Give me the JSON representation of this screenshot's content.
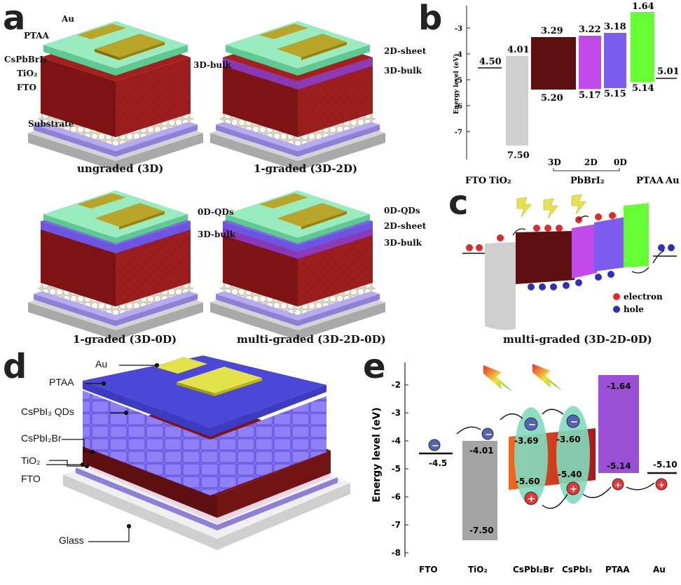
{
  "panel_letters": {
    "a": "a",
    "b": "b",
    "c": "c",
    "d": "d",
    "e": "e"
  },
  "panel_a": {
    "devices": [
      {
        "title": "ungraded (3D)",
        "labels": [
          "Au",
          "PTAA",
          "CsPbBrI₂",
          "TiO₂",
          "FTO",
          "Substrate"
        ]
      },
      {
        "title": "1-graded (3D-2D)",
        "labels": [
          "2D-sheet",
          "3D-bulk"
        ]
      },
      {
        "title": "1-graded (3D-0D)",
        "labels": [
          "0D-QDs",
          "3D-bulk"
        ]
      },
      {
        "title": "multi-graded (3D-2D-0D)",
        "labels": [
          "0D-QDs",
          "2D-sheet",
          "3D-bulk"
        ]
      }
    ],
    "first_bulk_label": "3D-bulk"
  },
  "panel_b": {
    "ylabel": "Energy level (eV)",
    "yticks": [
      "-3",
      "-4",
      "-5",
      "-6",
      "-7"
    ],
    "bottom_labels": {
      "fto": "FTO",
      "tio2": "TiO₂",
      "pbbri2": "PbBrI₂",
      "ptaa": "PTAA",
      "au": "Au"
    },
    "sublabels": [
      "3D",
      "2D",
      "0D"
    ],
    "values": {
      "fto": "4.50",
      "tio2_top": "4.01",
      "tio2_bottom": "7.50",
      "d3_top": "3.29",
      "d3_bottom": "5.20",
      "d2_top": "3.22",
      "d2_bottom": "5.17",
      "d0_top": "3.18",
      "d0_bottom": "5.15",
      "ptaa_top": "1.64",
      "ptaa_bottom": "5.14",
      "au": "5.01"
    }
  },
  "panel_c": {
    "title": "multi-graded (3D-2D-0D)",
    "legend": [
      "electron",
      "hole"
    ]
  },
  "panel_d": {
    "labels": [
      "Au",
      "PTAA",
      "CsPbI₃ QDs",
      "CsPbI₂Br",
      "TiO₂",
      "FTO",
      "Glass"
    ]
  },
  "panel_e": {
    "ylabel": "Energy level (eV)",
    "yticks": [
      "-2",
      "-3",
      "-4",
      "-5",
      "-6",
      "-7",
      "-8"
    ],
    "xlabels": [
      "FTO",
      "TiO₂",
      "CsPbI₂Br",
      "CsPbI₃",
      "PTAA",
      "Au"
    ],
    "values": {
      "fto": "-4.5",
      "tio2_top": "-4.01",
      "tio2_bottom": "-7.50",
      "cspbi2br_top": "-3.69",
      "cspbi2br_bottom": "-5.60",
      "cspbi3_top": "-3.60",
      "cspbi3_bottom": "-5.40",
      "ptaa_top": "-1.64",
      "ptaa_bottom": "-5.14",
      "au": "-5.10"
    }
  },
  "colors": {
    "au": "#b8a52c",
    "ptaa": "#8ee6b4",
    "perovskite": "#7a1616",
    "tio2": "#efe9d8",
    "fto": "#b3a6ea",
    "substrate": "#d0d0d0",
    "purple_e": "#9a4fd6",
    "green_b": "#66ff33",
    "electron": "#e53030",
    "hole": "#3a3acc"
  }
}
